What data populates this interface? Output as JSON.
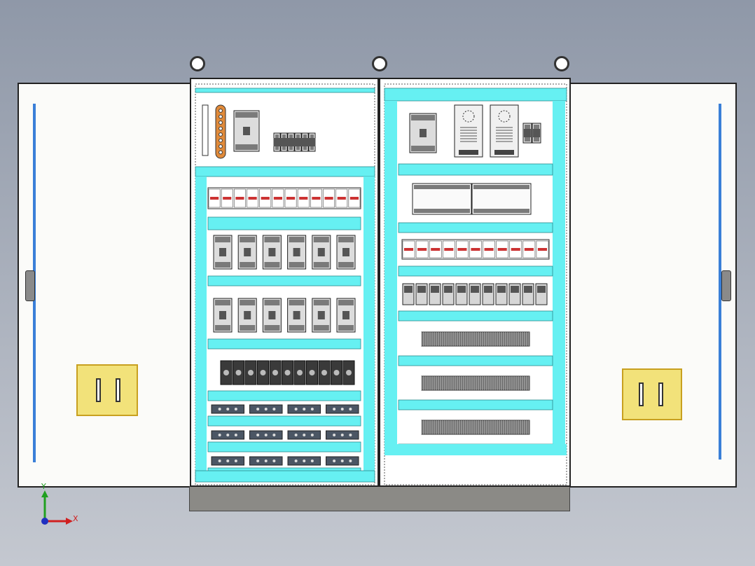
{
  "triad": {
    "x_label": "X",
    "y_label": "Y"
  },
  "colors": {
    "rail": "#66f0f2",
    "handle_pocket": "#f2e27a",
    "handle_border": "#c8a020",
    "rod": "#3a7fd8",
    "background_top": "#8f98a8",
    "background_bottom": "#c4c8d0",
    "plinth": "#8b8a86",
    "breaker_body": "#7a7a7a"
  },
  "icons": {
    "lifting_eye": "lifting-eye-icon",
    "door_handle": "door-handle-icon",
    "axis_triad": "axis-triad-icon"
  },
  "left_cabinet": {
    "top_panel": {
      "busbar_terminals": 8,
      "miniature_breakers": 6
    },
    "terminal_row_1_count": 12,
    "contactor_rows": [
      6,
      6
    ],
    "relay_count": 11,
    "din_block_rows": [
      4,
      4,
      4
    ]
  },
  "right_cabinet": {
    "top_panel": {
      "power_supplies": 2,
      "small_breakers": 2
    },
    "plc_modules": 2,
    "terminal_row_count": 11,
    "relay_row_count": 11,
    "terminal_strips": 3
  }
}
